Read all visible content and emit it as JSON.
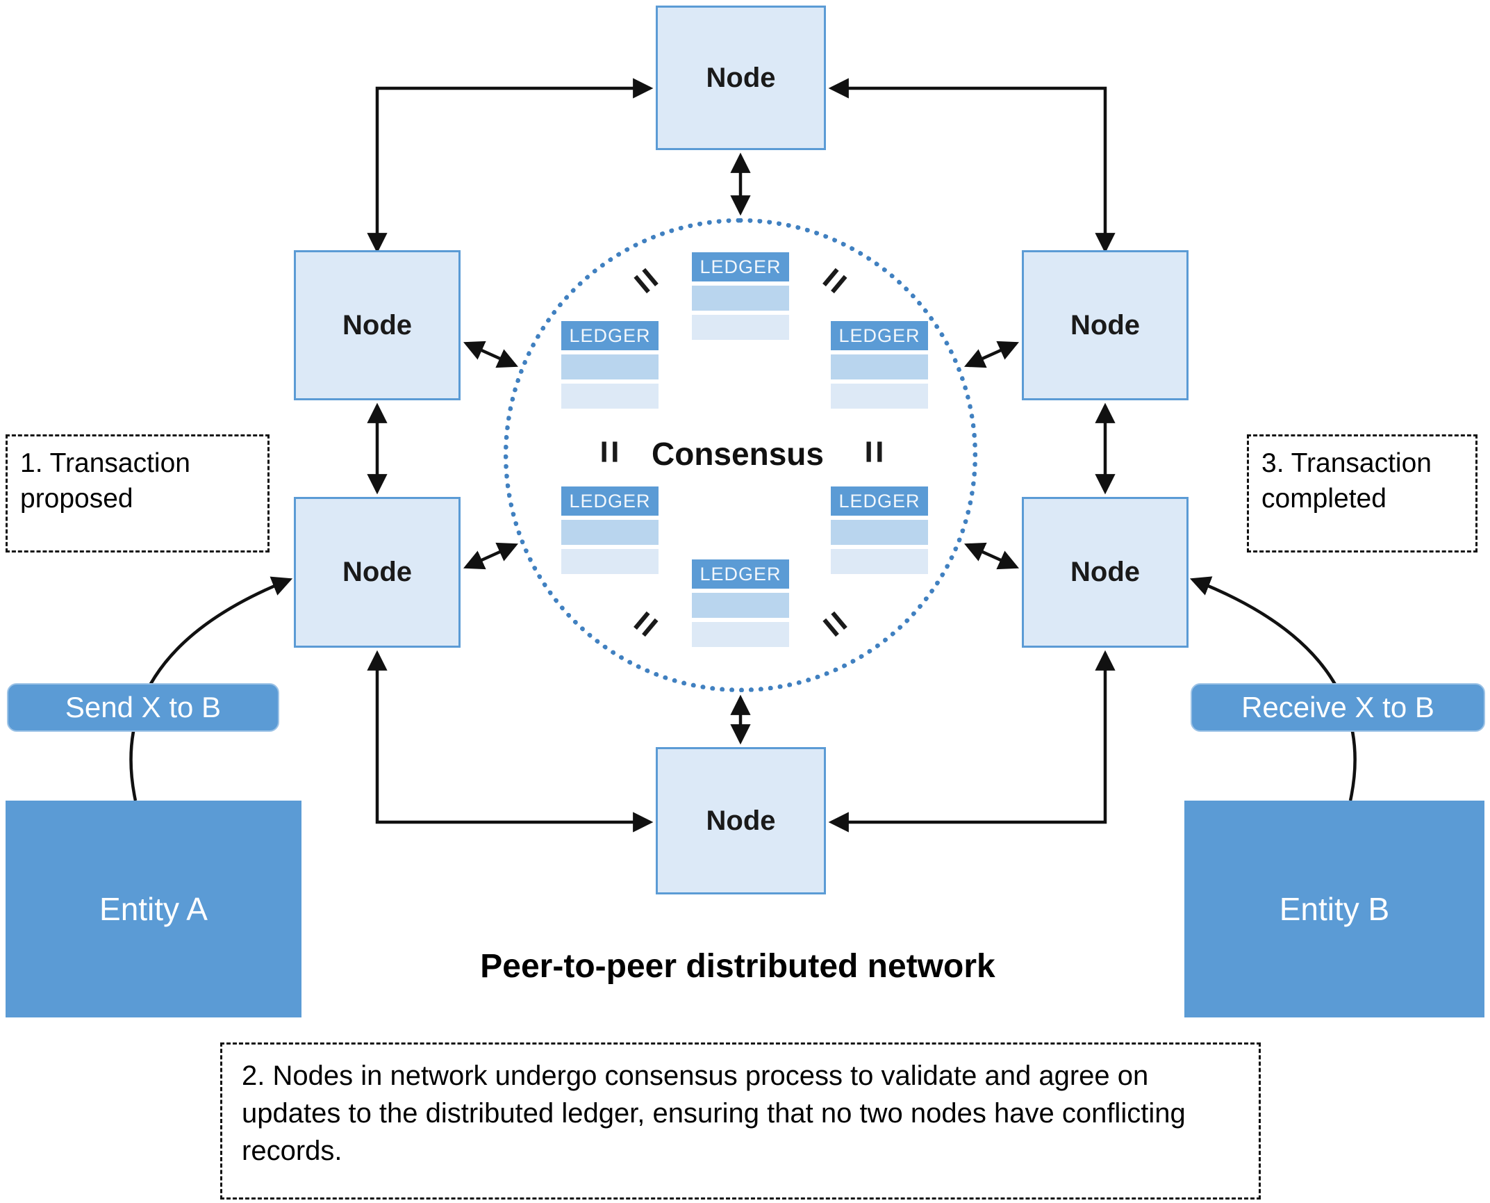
{
  "diagram": {
    "title": "Peer-to-peer distributed network",
    "consensus_label": "Consensus",
    "node_label": "Node",
    "ledger_label": "LEDGER",
    "equals_symbol": "=",
    "entities": {
      "a": "Entity A",
      "b": "Entity B"
    },
    "transaction_labels": {
      "send": "Send X to B",
      "receive": "Receive X to B"
    },
    "annotations": {
      "step1": "1. Transaction proposed",
      "step2": "2. Nodes in network undergo consensus process to validate and agree on updates to the distributed ledger, ensuring that no two nodes have conflicting records.",
      "step3": "3. Transaction completed"
    },
    "colors": {
      "node_fill": "#dce9f7",
      "node_border": "#5b9bd5",
      "entity_fill": "#5b9bd5",
      "ledger_header": "#5b9bd5",
      "ledger_row_dark": "#b9d5ee",
      "ledger_row_light": "#dde9f6",
      "circle_dots": "#4080c0",
      "arrow": "#111111"
    }
  }
}
